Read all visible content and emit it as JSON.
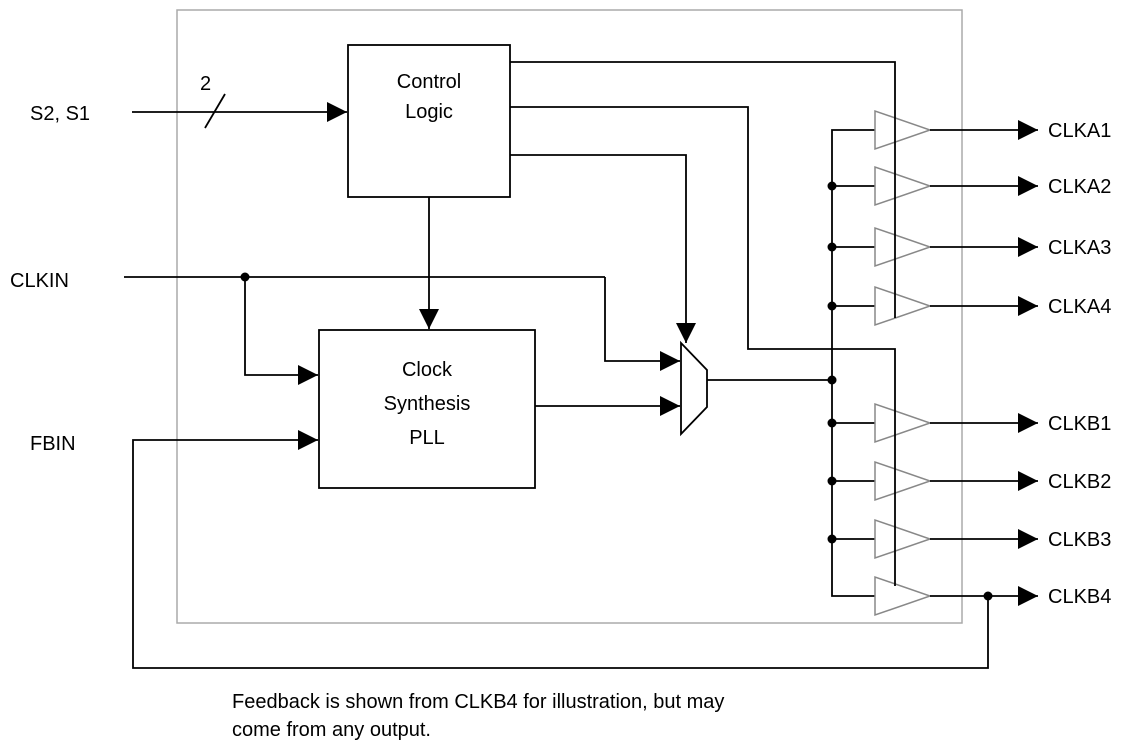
{
  "inputs": {
    "select": "S2, S1",
    "bus_width": "2",
    "clkin": "CLKIN",
    "fbin": "FBIN"
  },
  "blocks": {
    "control_logic": [
      "Control",
      "Logic"
    ],
    "pll": [
      "Clock",
      "Synthesis",
      "PLL"
    ]
  },
  "outputs_a": [
    "CLKA1",
    "CLKA2",
    "CLKA3",
    "CLKA4"
  ],
  "outputs_b": [
    "CLKB1",
    "CLKB2",
    "CLKB3",
    "CLKB4"
  ],
  "caption": [
    "Feedback is shown from CLKB4 for illustration, but may",
    "come from any output."
  ]
}
